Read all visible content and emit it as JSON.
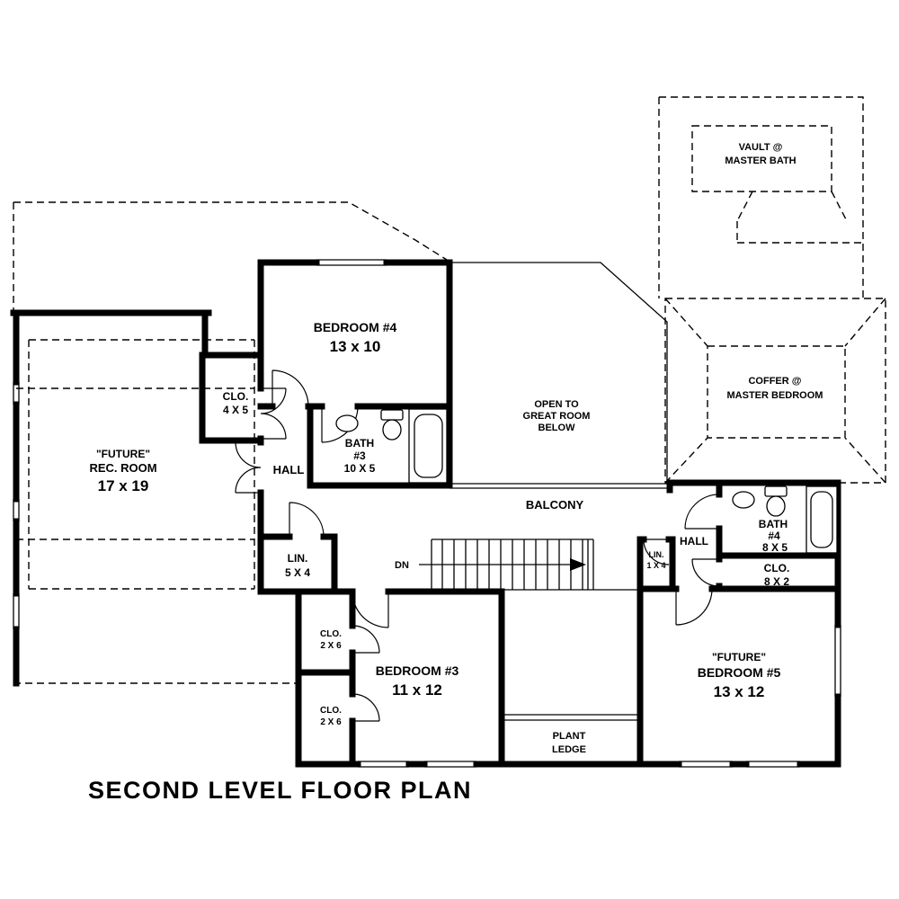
{
  "title": "SECOND LEVEL FLOOR PLAN",
  "colors": {
    "ink": "#000000",
    "paper": "#ffffff"
  },
  "labels": {
    "vault": [
      "VAULT @",
      "MASTER BATH"
    ],
    "coffer": [
      "COFFER @",
      "MASTER BEDROOM"
    ],
    "rec_room": [
      "\"FUTURE\"",
      "REC. ROOM",
      "17 x 19"
    ],
    "bedroom4": [
      "BEDROOM #4",
      "13 x 10"
    ],
    "clo_4x5": [
      "CLO.",
      "4 X 5"
    ],
    "hall_left": "HALL",
    "bath3": [
      "BATH",
      "#3",
      "10 X 5"
    ],
    "open_great_room": [
      "OPEN TO",
      "GREAT ROOM",
      "BELOW"
    ],
    "balcony": "BALCONY",
    "lin_5x4": [
      "LIN.",
      "5 X 4"
    ],
    "dn": "DN",
    "lin_1x4": [
      "LIN.",
      "1 X 4"
    ],
    "hall_right": "HALL",
    "bath4": [
      "BATH",
      "#4",
      "8 X 5"
    ],
    "clo_8x2": [
      "CLO.",
      "8 X 2"
    ],
    "clo_2x6_a": [
      "CLO.",
      "2 X 6"
    ],
    "clo_2x6_b": [
      "CLO.",
      "2 X 6"
    ],
    "bedroom3": [
      "BEDROOM #3",
      "11 x 12"
    ],
    "bedroom5": [
      "\"FUTURE\"",
      "BEDROOM #5",
      "13 x 12"
    ],
    "plant_ledge": [
      "PLANT",
      "LEDGE"
    ]
  }
}
